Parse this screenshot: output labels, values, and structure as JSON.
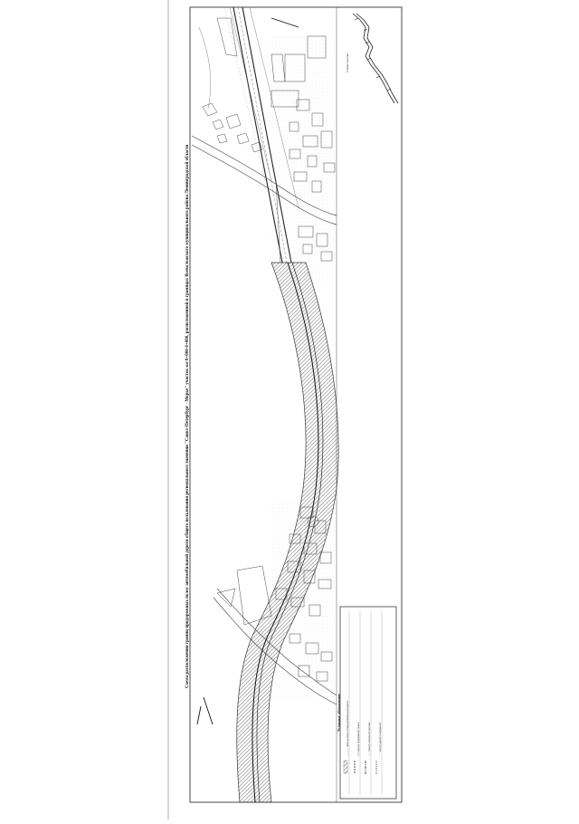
{
  "title": "Схема расположения границ придорожных полос автомобильной дороги общего пользования регионального значения \"Санкт-Петербург - Морье\" участок км 0+000-0+000, расположенной в границах Всеволожского муниципального района Ленинградской области",
  "scheme_label": "Схема участка",
  "legend": {
    "title": "Условные обозначения:",
    "items": [
      "— — — граница полосы отвода автомобильной дороги",
      "///// граница придорожной полосы",
      "-·-·- границы земельных участков",
      "····· контур зданий и сооружений"
    ]
  },
  "colors": {
    "line": "#1a1a1a",
    "hatch": "#555555",
    "paper": "#ffffff"
  }
}
